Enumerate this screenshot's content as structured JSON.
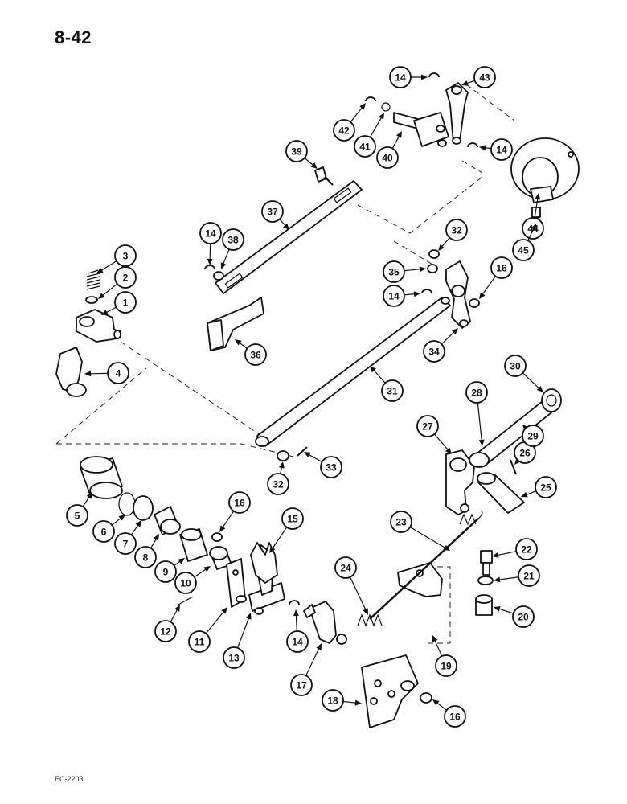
{
  "page_number": "8-42",
  "doc_code": "EC-2203",
  "callouts": [
    "1",
    "2",
    "3",
    "4",
    "5",
    "6",
    "7",
    "8",
    "9",
    "10",
    "11",
    "12",
    "13",
    "14",
    "14",
    "14",
    "14",
    "14",
    "15",
    "16",
    "16",
    "16",
    "17",
    "18",
    "19",
    "20",
    "21",
    "22",
    "23",
    "24",
    "25",
    "26",
    "27",
    "28",
    "29",
    "30",
    "31",
    "32",
    "32",
    "33",
    "34",
    "35",
    "36",
    "37",
    "38",
    "39",
    "40",
    "41",
    "42",
    "43",
    "44",
    "45"
  ]
}
